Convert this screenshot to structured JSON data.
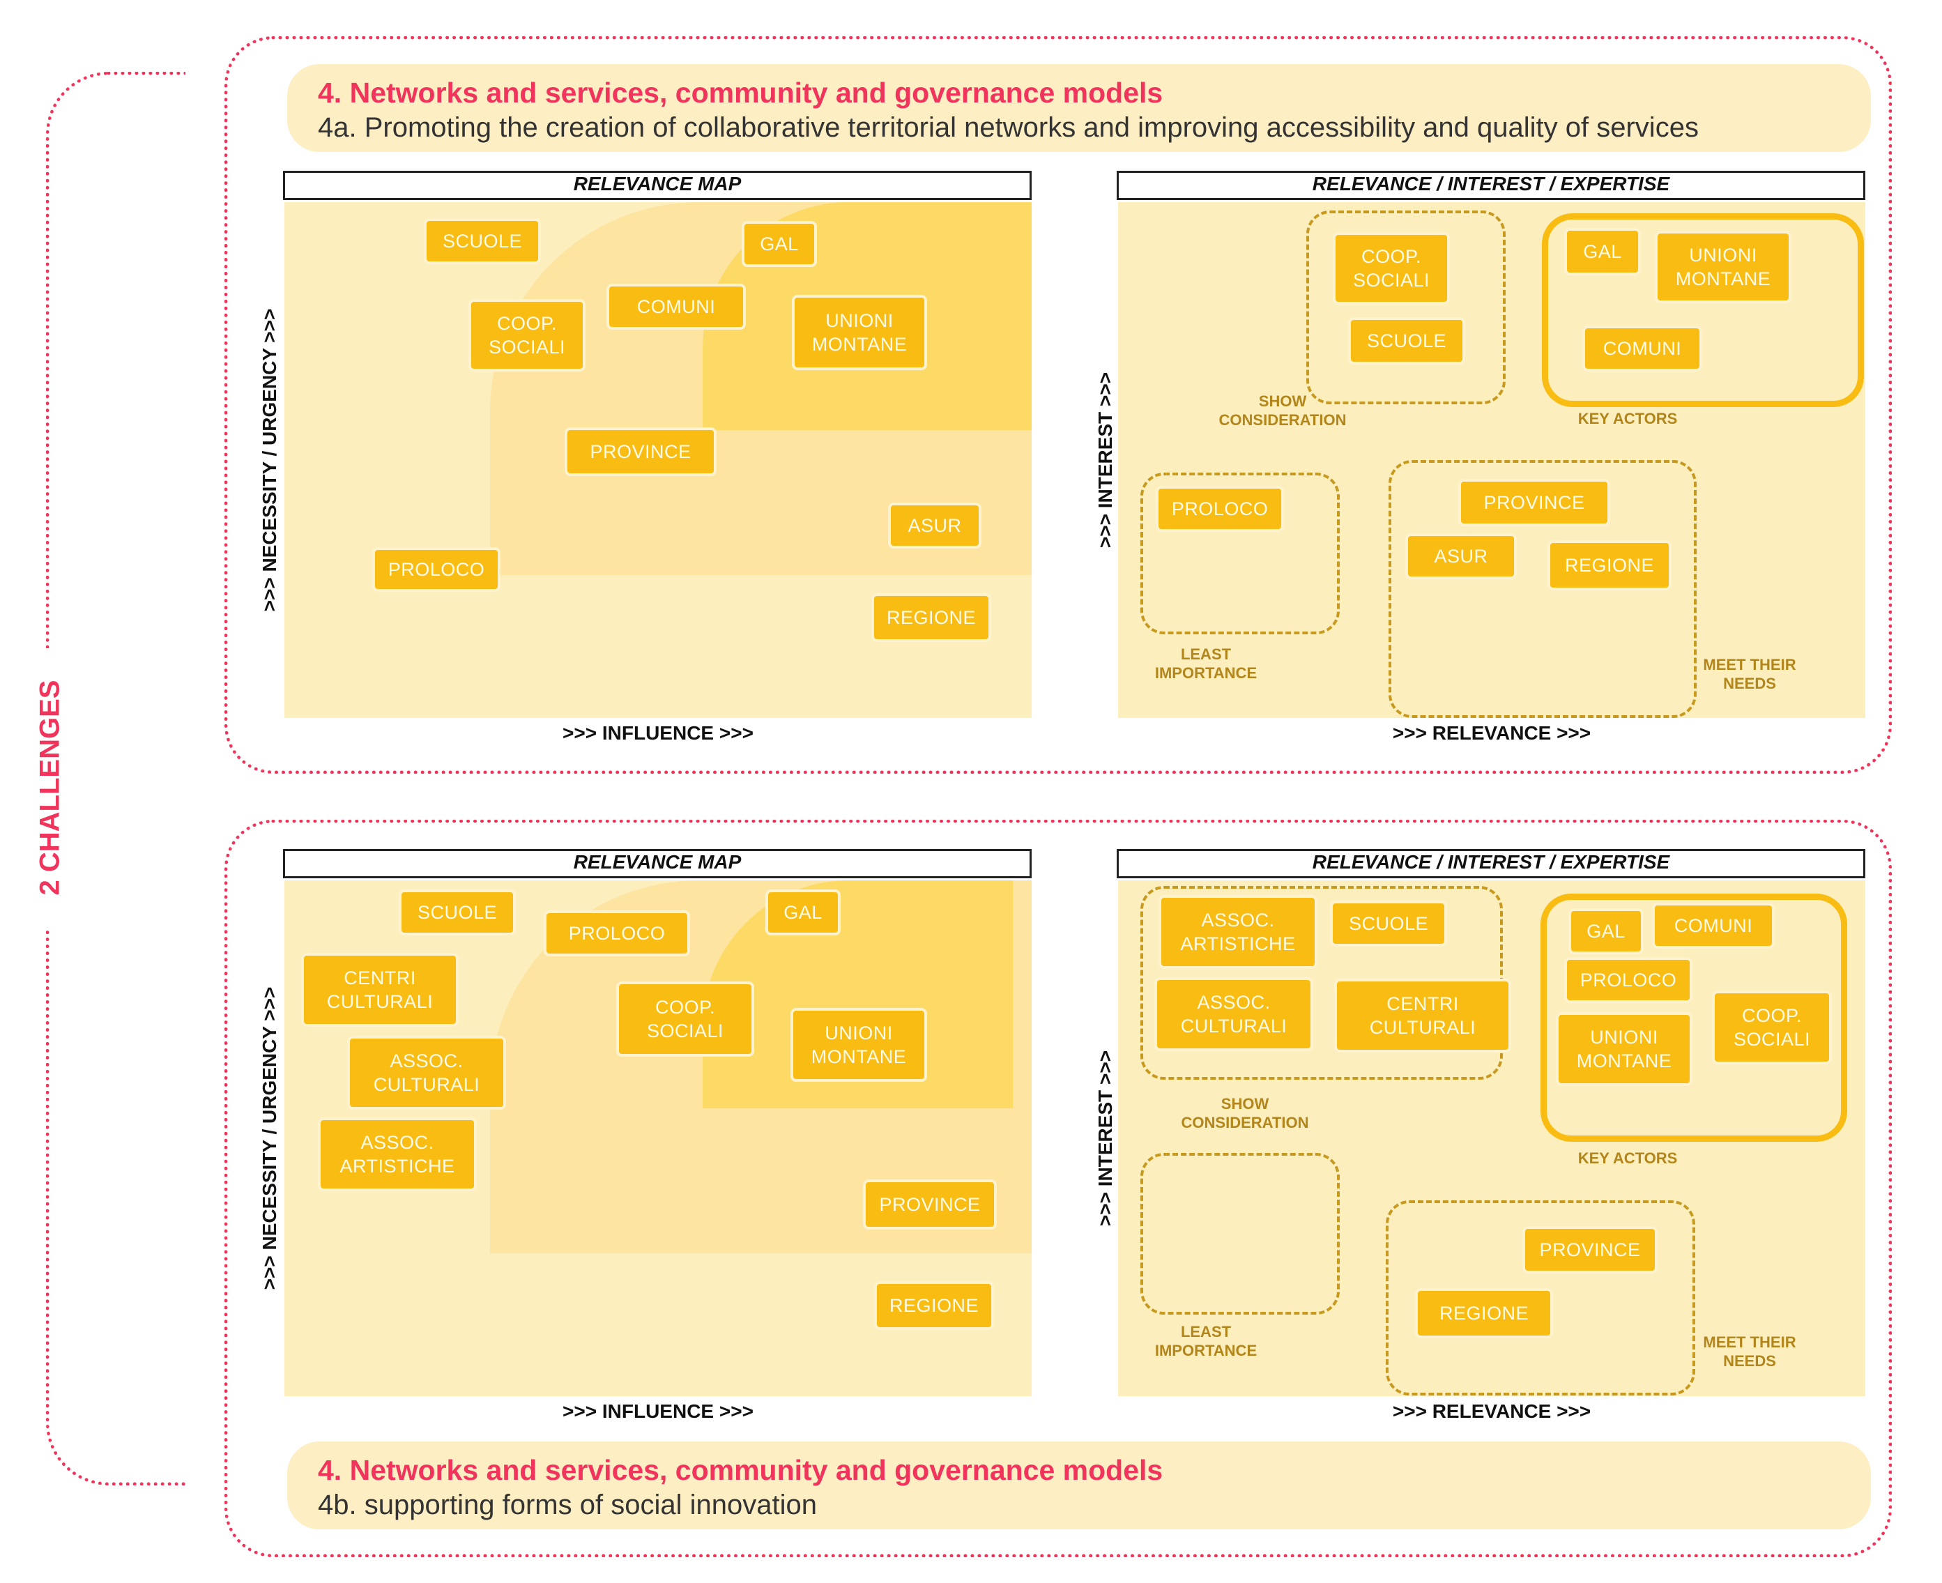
{
  "side_label": "2 CHALLENGES",
  "challenges": [
    {
      "title": "4. Networks and services, community and governance models",
      "subtitle": "4a. Promoting the creation of collaborative territorial networks and improving accessibility and quality of services",
      "relevance_map": {
        "title": "RELEVANCE MAP",
        "x_axis": ">>> INFLUENCE >>>",
        "y_axis": ">>> NECESSITY / URGENCY >>>",
        "actors": [
          "SCUOLE",
          "GAL",
          "COMUNI",
          "COOP.\nSOCIALI",
          "UNIONI\nMONTANE",
          "PROVINCE",
          "ASUR",
          "PROLOCO",
          "REGIONE"
        ]
      },
      "interest_map": {
        "title": "RELEVANCE / INTEREST / EXPERTISE",
        "x_axis": ">>> RELEVANCE >>>",
        "y_axis": ">>> INTEREST >>>",
        "groups": [
          "SHOW\nCONSIDERATION",
          "KEY ACTORS",
          "LEAST\nIMPORTANCE",
          "MEET THEIR\nNEEDS"
        ],
        "actors": [
          "COOP.\nSOCIALI",
          "SCUOLE",
          "GAL",
          "UNIONI\nMONTANE",
          "COMUNI",
          "PROLOCO",
          "PROVINCE",
          "ASUR",
          "REGIONE"
        ]
      }
    },
    {
      "title": "4. Networks and services, community and governance models",
      "subtitle": "4b. supporting forms of social innovation",
      "relevance_map": {
        "title": "RELEVANCE MAP",
        "x_axis": ">>> INFLUENCE >>>",
        "y_axis": ">>> NECESSITY / URGENCY >>>",
        "actors": [
          "SCUOLE",
          "PROLOCO",
          "GAL",
          "CENTRI\nCULTURALI",
          "COOP.\nSOCIALI",
          "UNIONI\nMONTANE",
          "ASSOC.\nCULTURALI",
          "ASSOC.\nARTISTICHE",
          "PROVINCE",
          "REGIONE"
        ]
      },
      "interest_map": {
        "title": "RELEVANCE / INTEREST / EXPERTISE",
        "x_axis": ">>> RELEVANCE >>>",
        "y_axis": ">>> INTEREST >>>",
        "groups": [
          "SHOW\nCONSIDERATION",
          "KEY ACTORS",
          "LEAST\nIMPORTANCE",
          "MEET THEIR\nNEEDS"
        ],
        "actors": [
          "ASSOC.\nARTISTICHE",
          "SCUOLE",
          "ASSOC.\nCULTURALI",
          "CENTRI\nCULTURALI",
          "GAL",
          "COMUNI",
          "PROLOCO",
          "COOP.\nSOCIALI",
          "UNIONI\nMONTANE",
          "PROVINCE",
          "REGIONE"
        ]
      }
    }
  ]
}
